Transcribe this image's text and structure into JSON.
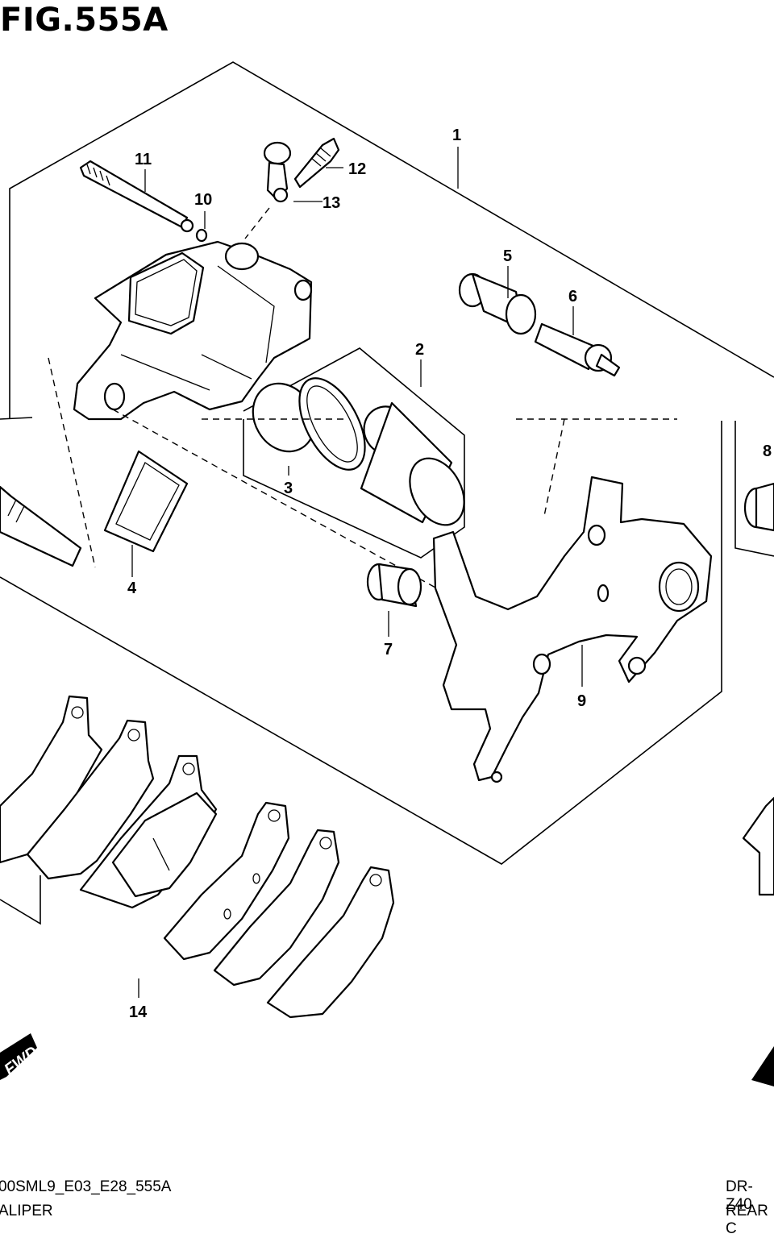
{
  "figure": {
    "title": "FIG.555A"
  },
  "callouts": {
    "c1": "1",
    "c2": "2",
    "c3": "3",
    "c4": "4",
    "c5": "5",
    "c6": "6",
    "c7": "7",
    "c8": "8",
    "c9": "9",
    "c10": "10",
    "c11": "11",
    "c12": "12",
    "c13": "13",
    "c14": "14"
  },
  "direction_badge": "FWD",
  "footer": {
    "left_code": "00SML9_E03_E28_555A",
    "left_name": "ALIPER",
    "right_code": "DR-Z40",
    "right_name": "REAR C"
  }
}
